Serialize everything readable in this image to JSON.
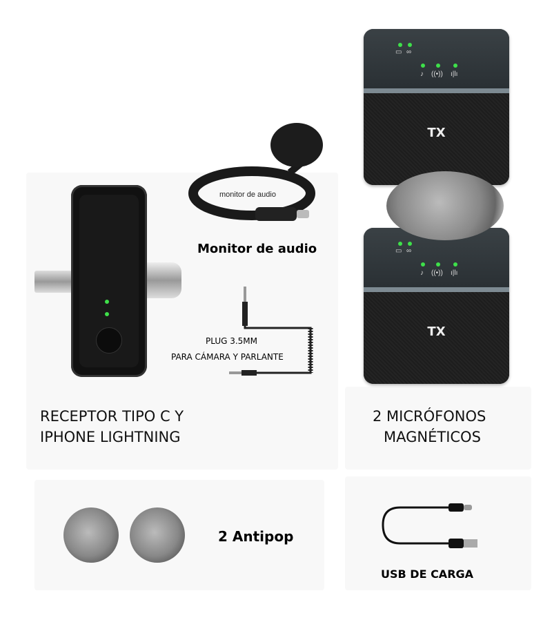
{
  "receiver": {
    "caption_line1": "RECEPTOR TIPO C Y",
    "caption_line2": "IPHONE LIGHTNING"
  },
  "monitor": {
    "cable_label": "monitor de audio",
    "title": "Monitor de audio"
  },
  "plug": {
    "line1": "PLUG 3.5MM",
    "line2": "PARA CÁMARA Y PARLANTE"
  },
  "transmitters": {
    "unit_label": "TX",
    "caption_line1": "2 MICRÓFONOS",
    "caption_line2": "MAGNÉTICOS"
  },
  "antipop": {
    "label": "2 Antipop"
  },
  "usb": {
    "label": "USB DE CARGA"
  },
  "colors": {
    "led": "#3ee04a",
    "device": "#1c1c1c"
  }
}
